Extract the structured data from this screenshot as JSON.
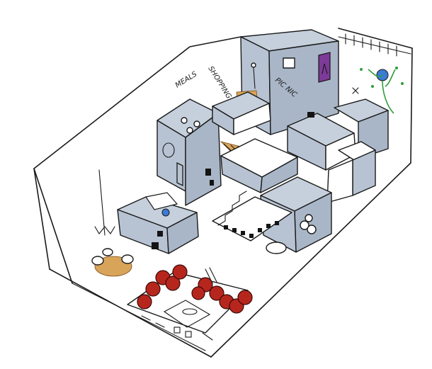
{
  "annotations": {
    "meals": "MEALS",
    "shopping": "SHOPPING",
    "picnic": "PIC NIC"
  },
  "colors": {
    "wall_blue": "#b7c3d2",
    "wood": "#d8a45a",
    "seat_red": "#b7261d",
    "purple_panel": "#7d3a98",
    "plant_green": "#2e9e3b",
    "plant_blue": "#3a7bd5"
  }
}
